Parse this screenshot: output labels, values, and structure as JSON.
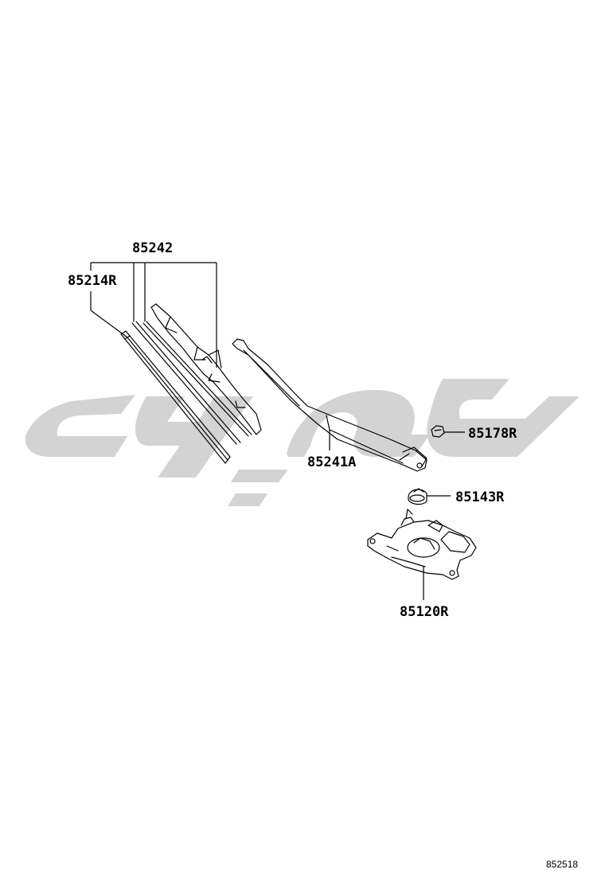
{
  "diagram": {
    "callouts": {
      "blade_assembly": "85242",
      "blade_insert": "85214R",
      "wiper_arm": "85241A",
      "arm_nut": "85178R",
      "pivot_cap": "85143R",
      "wiper_motor": "85120R"
    },
    "figure_number": "852518"
  },
  "watermark": {
    "color": "#d3d3d3"
  }
}
